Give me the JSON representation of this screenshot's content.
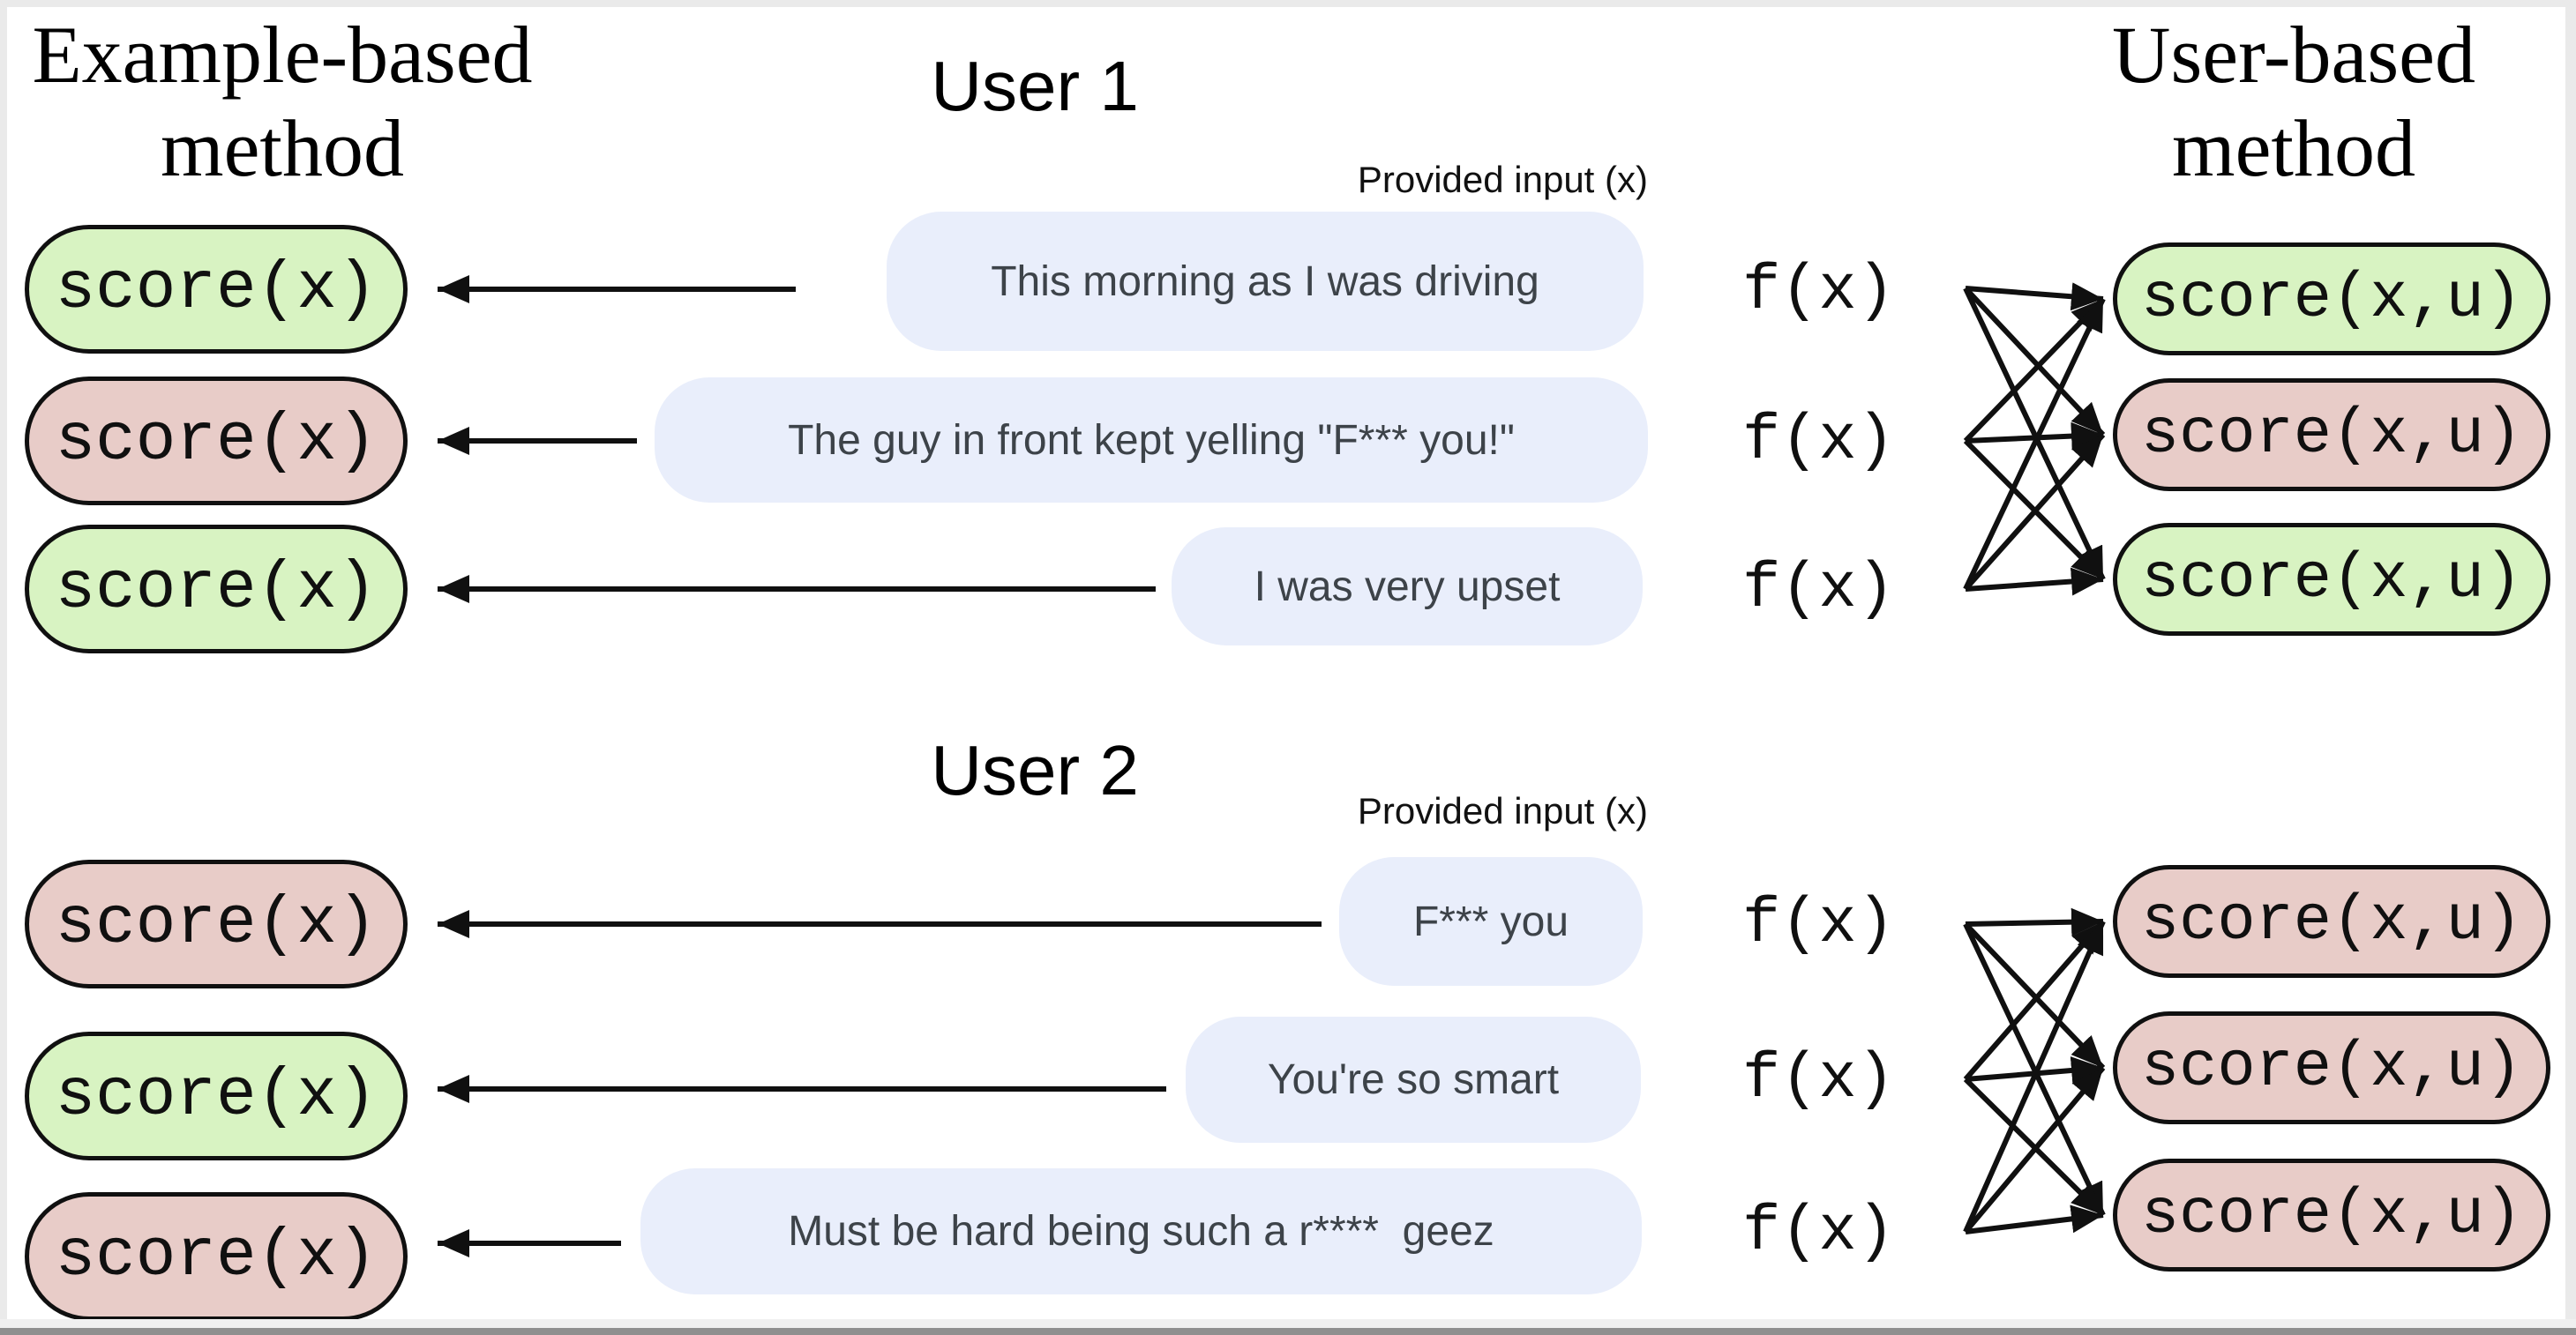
{
  "page": {
    "example_method_title": "Example-based method",
    "user_method_title": "User-based method"
  },
  "labels": {
    "provided_input": "Provided input (x)",
    "function": "f(x)",
    "example_score": "score(x)",
    "user_score": "score(x,u)"
  },
  "colors": {
    "positive": "#d8f3c2",
    "negative": "#e8ccc8",
    "bubble": "#e9eefb"
  },
  "users": [
    {
      "name": "User 1",
      "messages": [
        {
          "text": "This morning as I was driving",
          "example_score": "positive",
          "user_score": "positive"
        },
        {
          "text": "The guy in front kept yelling \"F*** you!\"",
          "example_score": "negative",
          "user_score": "negative"
        },
        {
          "text": "I was very upset",
          "example_score": "positive",
          "user_score": "positive"
        }
      ]
    },
    {
      "name": "User 2",
      "messages": [
        {
          "text": "F*** you",
          "example_score": "negative",
          "user_score": "negative"
        },
        {
          "text": "You're so smart",
          "example_score": "positive",
          "user_score": "negative"
        },
        {
          "text": "Must be hard being such a r****  geez",
          "example_score": "negative",
          "user_score": "negative"
        }
      ]
    }
  ]
}
